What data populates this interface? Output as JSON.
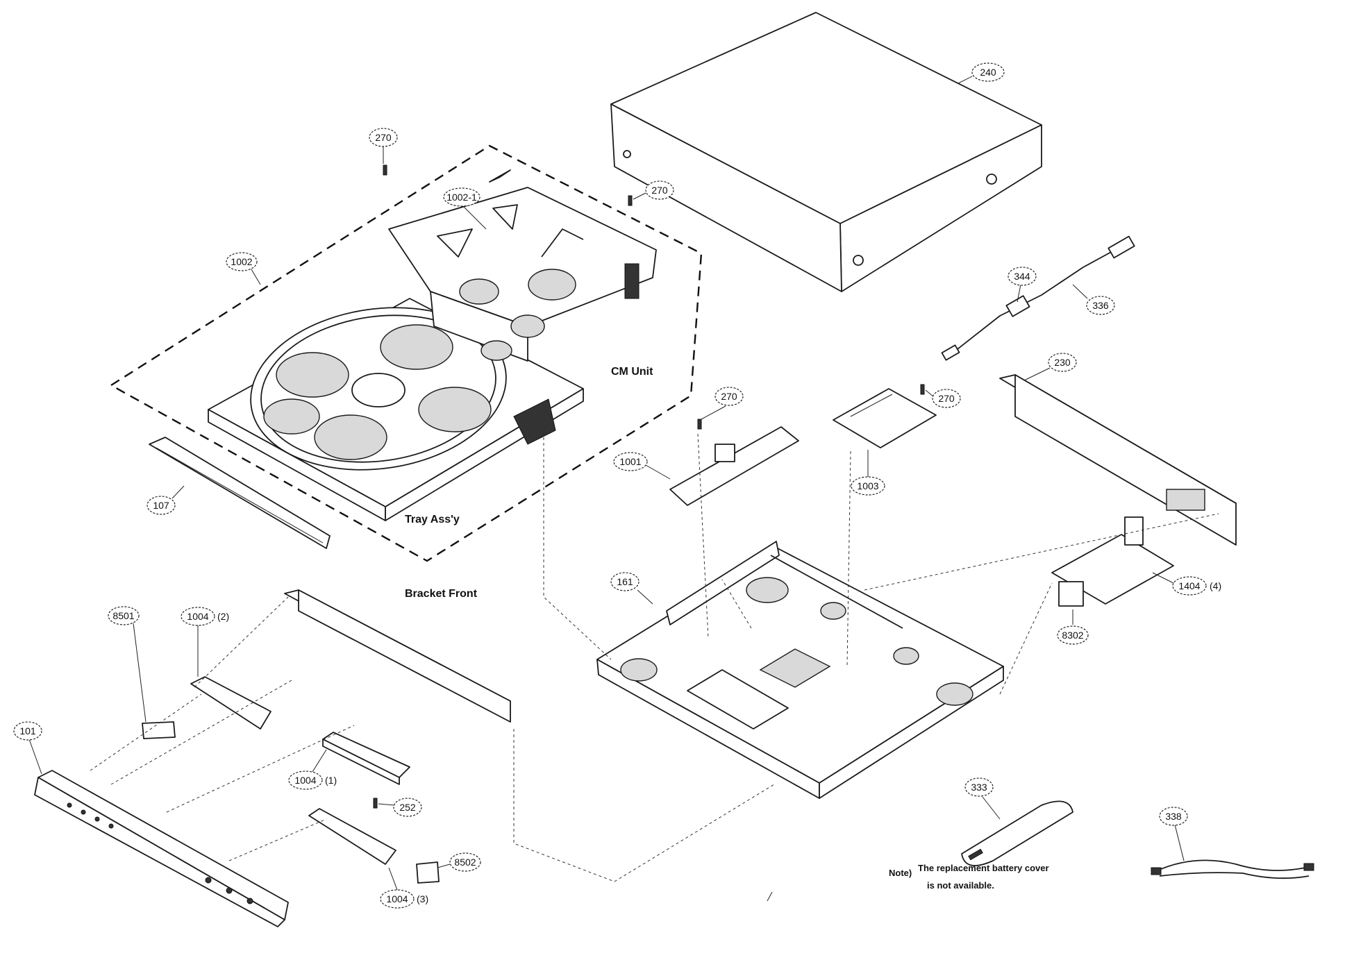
{
  "callouts": {
    "c240": "240",
    "c270a": "270",
    "c270b": "270",
    "c270c": "270",
    "c270d": "270",
    "c1002_1": "1002-1",
    "c1002": "1002",
    "c344": "344",
    "c336": "336",
    "c230": "230",
    "c1001": "1001",
    "c1003": "1003",
    "c107": "107",
    "c161": "161",
    "c1404": "1404",
    "c1404_sfx": "(4)",
    "c8302": "8302",
    "c8501": "8501",
    "c1004a": "1004",
    "c1004a_sfx": "(2)",
    "c101": "101",
    "c1004b": "1004",
    "c1004b_sfx": "(1)",
    "c252": "252",
    "c8502": "8502",
    "c1004c": "1004",
    "c1004c_sfx": "(3)",
    "c333": "333",
    "c338": "338"
  },
  "labels": {
    "cm_unit": "CM Unit",
    "tray_assy": "Tray Ass'y",
    "bracket_front": "Bracket  Front"
  },
  "note": {
    "prefix": "Note)",
    "line1": "The replacement battery cover",
    "line2": "is not available."
  }
}
